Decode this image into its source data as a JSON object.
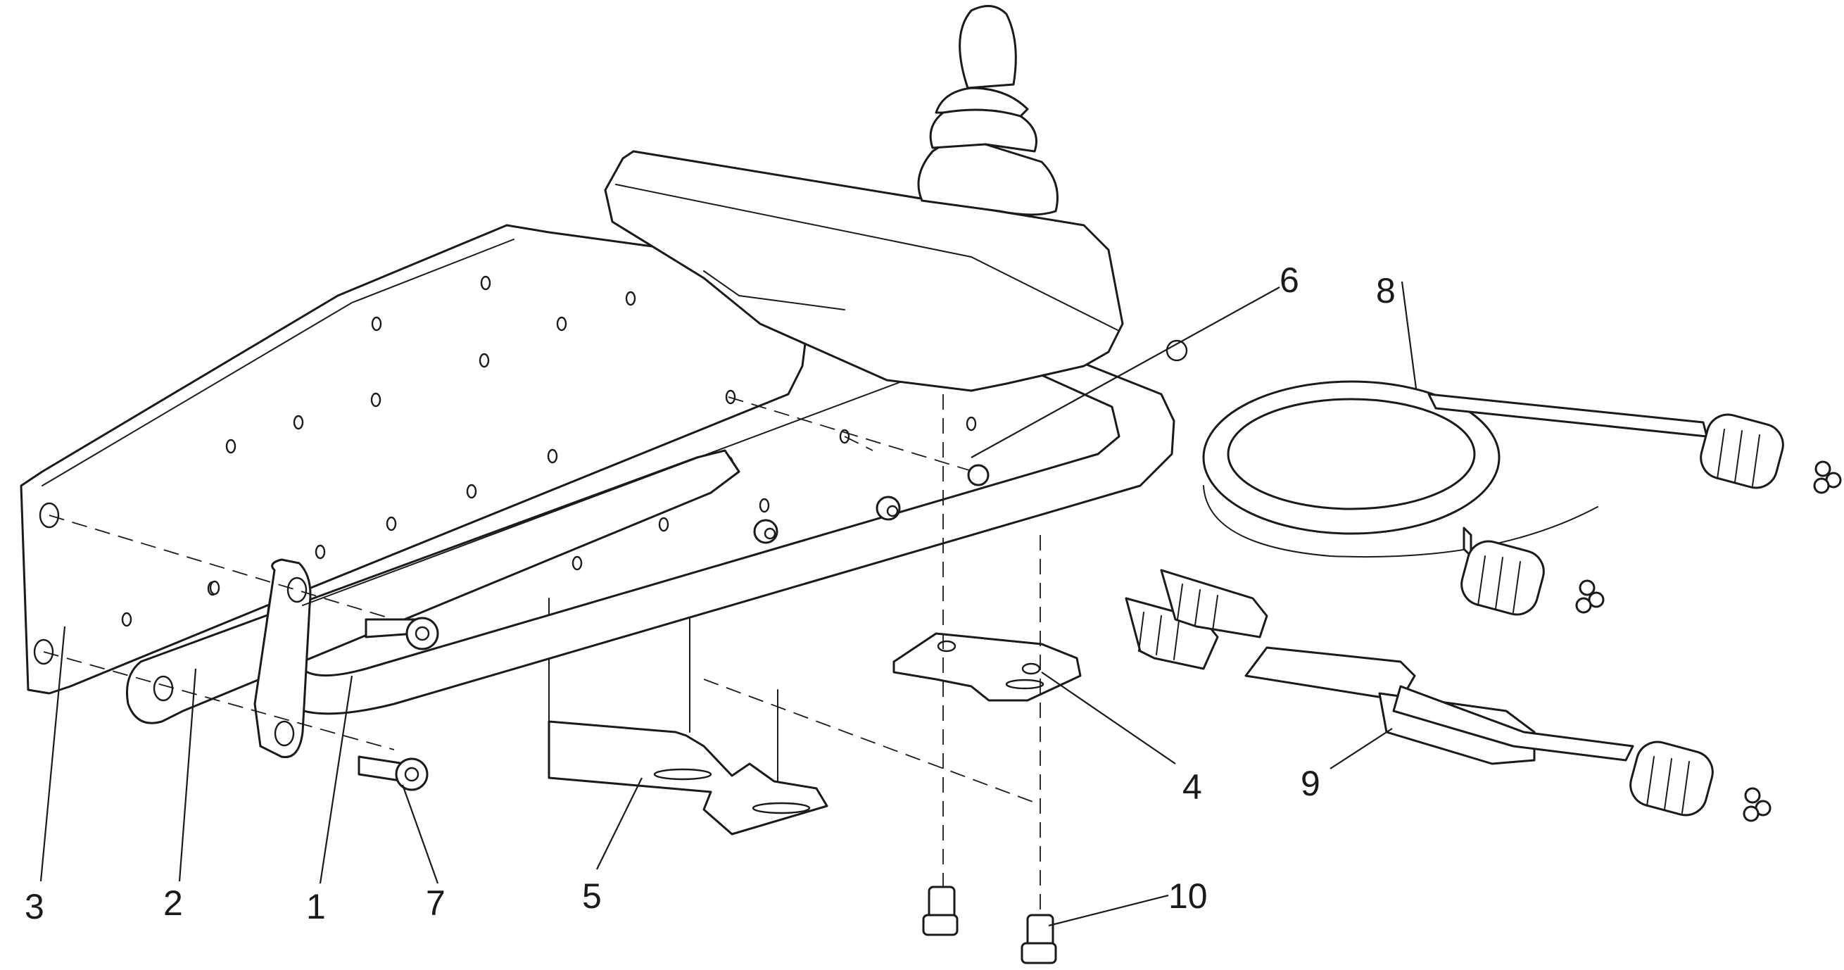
{
  "figure": {
    "callouts": [
      {
        "id": "1",
        "label": "1"
      },
      {
        "id": "2",
        "label": "2"
      },
      {
        "id": "3",
        "label": "3"
      },
      {
        "id": "4",
        "label": "4"
      },
      {
        "id": "5",
        "label": "5"
      },
      {
        "id": "6",
        "label": "6"
      },
      {
        "id": "7",
        "label": "7"
      },
      {
        "id": "8",
        "label": "8"
      },
      {
        "id": "9",
        "label": "9"
      },
      {
        "id": "10",
        "label": "10"
      }
    ]
  }
}
